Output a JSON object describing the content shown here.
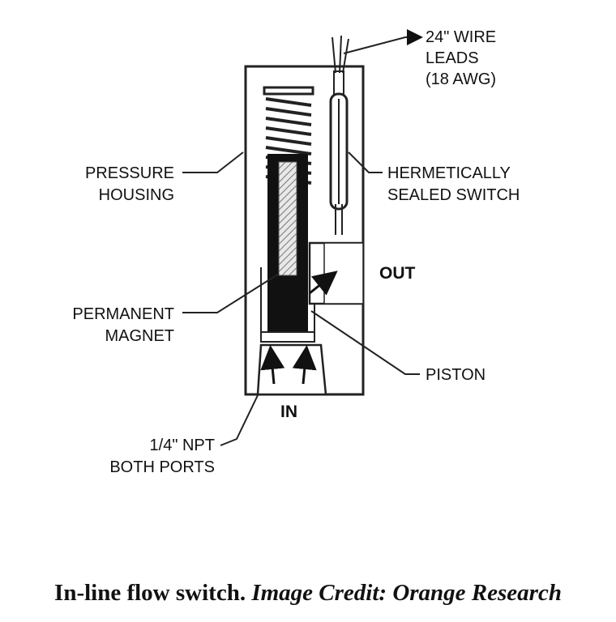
{
  "labels": {
    "wire_leads": [
      "24\" WIRE",
      "LEADS",
      "(18 AWG)"
    ],
    "housing": [
      "PRESSURE",
      "HOUSING"
    ],
    "switch": [
      "HERMETICALLY",
      "SEALED SWITCH"
    ],
    "out": "OUT",
    "magnet": [
      "PERMANENT",
      "MAGNET"
    ],
    "piston": "PISTON",
    "in": "IN",
    "ports": [
      "1/4\" NPT",
      "BOTH PORTS"
    ]
  },
  "caption": {
    "main": "In-line flow switch.",
    "credit": "Image Credit: Orange Research"
  }
}
